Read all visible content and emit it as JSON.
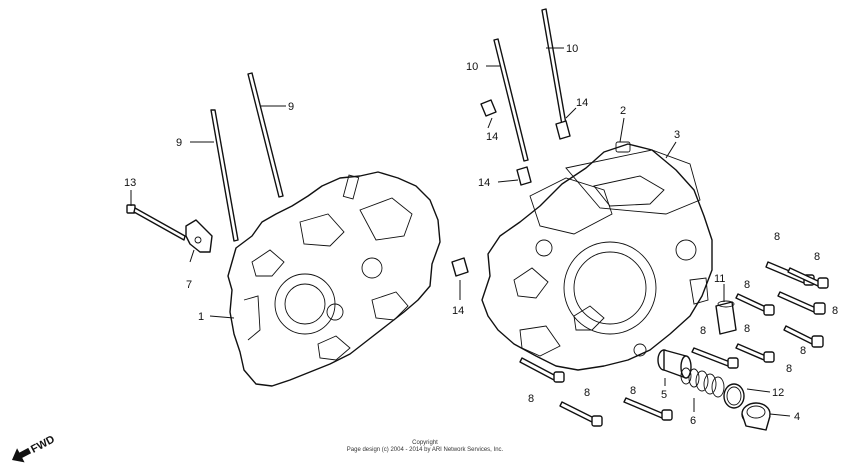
{
  "callouts": {
    "c1": "1",
    "c2": "2",
    "c3": "3",
    "c4": "4",
    "c5": "5",
    "c6": "6",
    "c7": "7",
    "c8": "8",
    "c9": "9",
    "c10": "10",
    "c11": "11",
    "c12": "12",
    "c13": "13",
    "c14": "14"
  },
  "footer": {
    "copyright": "Copyright",
    "notice": "Page design (c) 2004 - 2014 by ARI Network Services, Inc."
  },
  "direction_label": "FWD"
}
